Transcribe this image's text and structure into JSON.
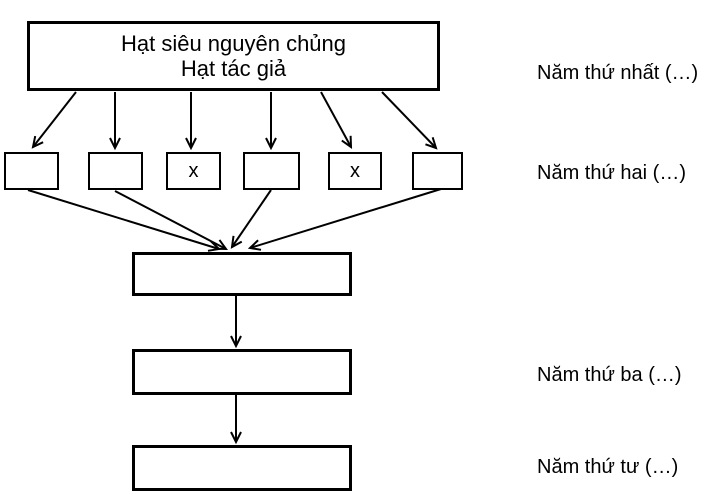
{
  "diagram": {
    "top_box": {
      "line1": "Hạt siêu nguyên chủng",
      "line2": "Hạt tác giả"
    },
    "row2_boxes": [
      {
        "label": ""
      },
      {
        "label": ""
      },
      {
        "label": "x"
      },
      {
        "label": ""
      },
      {
        "label": "x"
      },
      {
        "label": ""
      }
    ],
    "stage_boxes": [
      {
        "label": ""
      },
      {
        "label": ""
      },
      {
        "label": ""
      }
    ],
    "year_labels": [
      {
        "text": "Năm thứ nhất (…)"
      },
      {
        "text": "Năm thứ hai (…)"
      },
      {
        "text": "Năm thứ ba (…)"
      },
      {
        "text": "Năm thứ tư (…)"
      }
    ],
    "colors": {
      "line": "#000000",
      "background": "#ffffff"
    }
  }
}
